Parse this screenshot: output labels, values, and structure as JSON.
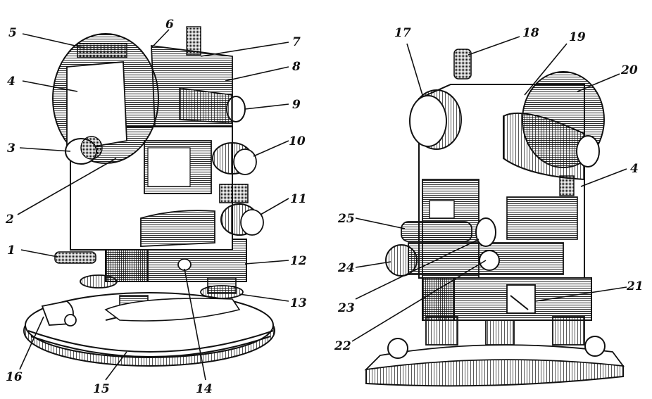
{
  "left_instrument_labels": [
    "1",
    "2",
    "3",
    "4",
    "5",
    "6",
    "7",
    "8",
    "9",
    "10",
    "11",
    "12",
    "13",
    "14",
    "15",
    "16"
  ],
  "right_instrument_labels": [
    "4",
    "17",
    "18",
    "19",
    "20",
    "21",
    "22",
    "23",
    "24",
    "25"
  ],
  "callouts": [
    {
      "id": "L1",
      "text": "1"
    },
    {
      "id": "L2",
      "text": "2"
    },
    {
      "id": "L3",
      "text": "3"
    },
    {
      "id": "L4",
      "text": "4"
    },
    {
      "id": "L5",
      "text": "5"
    },
    {
      "id": "L6",
      "text": "6"
    },
    {
      "id": "L7",
      "text": "7"
    },
    {
      "id": "L8",
      "text": "8"
    },
    {
      "id": "L9",
      "text": "9"
    },
    {
      "id": "L10",
      "text": "10"
    },
    {
      "id": "L11",
      "text": "11"
    },
    {
      "id": "L12",
      "text": "12"
    },
    {
      "id": "L13",
      "text": "13"
    },
    {
      "id": "L14",
      "text": "14"
    },
    {
      "id": "L15",
      "text": "15"
    },
    {
      "id": "L16",
      "text": "16"
    },
    {
      "id": "R17",
      "text": "17"
    },
    {
      "id": "R18",
      "text": "18"
    },
    {
      "id": "R19",
      "text": "19"
    },
    {
      "id": "R20",
      "text": "20"
    },
    {
      "id": "R4",
      "text": "4"
    },
    {
      "id": "R21",
      "text": "21"
    },
    {
      "id": "R22",
      "text": "22"
    },
    {
      "id": "R23",
      "text": "23"
    },
    {
      "id": "R24",
      "text": "24"
    },
    {
      "id": "R25",
      "text": "25"
    }
  ]
}
